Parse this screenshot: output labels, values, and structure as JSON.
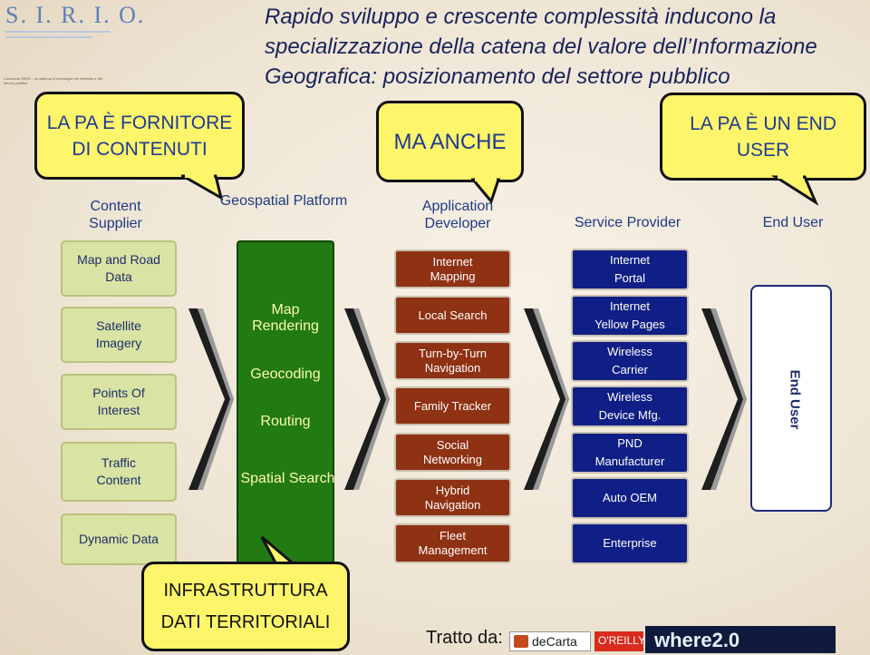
{
  "logo": {
    "name": "S. I. R. I. O.",
    "tagline": "Consorzio SIRIO - un sistema di tecnologie per territorio e dei servizi pubblici"
  },
  "title": {
    "line1": "Rapido sviluppo e crescente complessità inducono la",
    "line2": "specializzazione della catena del valore dell’Informazione",
    "line3": "Geografica: posizionamento del settore pubblico"
  },
  "callouts": {
    "fornitore_line1": "LA PA È FORNITORE",
    "fornitore_line2": "DI CONTENUTI",
    "anche": "MA ANCHE",
    "enduser_line1": "LA PA È UN END",
    "enduser_line2": "USER",
    "infra_line1": "INFRASTRUTTURA",
    "infra_line2": "DATI TERRITORIALI"
  },
  "columns": {
    "content_supplier": {
      "line1": "Content",
      "line2": "Supplier"
    },
    "geospatial": "Geospatial Platform",
    "app_dev": {
      "line1": "Application",
      "line2": "Developer"
    },
    "service_provider": "Service Provider",
    "end_user": "End User"
  },
  "content_boxes": [
    {
      "line1": "Map and Road",
      "line2": "Data"
    },
    {
      "line1": "Satellite",
      "line2": "Imagery"
    },
    {
      "line1": "Points Of",
      "line2": "Interest"
    },
    {
      "line1": "Traffic",
      "line2": "Content"
    },
    {
      "line1": "Dynamic Data",
      "line2": ""
    }
  ],
  "platform_items": [
    {
      "line1": "Map",
      "line2": "Rendering"
    },
    {
      "line1": "Geocoding",
      "line2": ""
    },
    {
      "line1": "Routing",
      "line2": ""
    },
    {
      "line1": "Spatial Search",
      "line2": ""
    }
  ],
  "app_boxes": [
    {
      "line1": "Internet",
      "line2": "Mapping"
    },
    {
      "line1": "Local Search",
      "line2": ""
    },
    {
      "line1": "Turn-by-Turn",
      "line2": "Navigation"
    },
    {
      "line1": "Family Tracker",
      "line2": ""
    },
    {
      "line1": "Social",
      "line2": "Networking"
    },
    {
      "line1": "Hybrid",
      "line2": "Navigation"
    },
    {
      "line1": "Fleet",
      "line2": "Management"
    }
  ],
  "service_boxes": [
    {
      "line1": "Internet",
      "line2": "Portal"
    },
    {
      "line1": "Internet",
      "line2": "Yellow Pages"
    },
    {
      "line1": "Wireless",
      "line2": "Carrier"
    },
    {
      "line1": "Wireless",
      "line2": "Device Mfg."
    },
    {
      "line1": "PND",
      "line2": "Manufacturer"
    },
    {
      "line1": "Auto OEM",
      "line2": ""
    },
    {
      "line1": "Enterprise",
      "line2": ""
    }
  ],
  "end_user_box": "End User",
  "footer": {
    "tratto": "Tratto da:",
    "brand_decarta": "deCarta",
    "brand_oreilly": "O'REILLY",
    "brand_where": "where2.0"
  },
  "colors": {
    "callout_fill": "#fff56a",
    "content_box": "#d9e3a3",
    "platform_green": "#217a12",
    "app_red": "#8f3113",
    "service_blue": "#0f1f86",
    "arrow_dark": "#1e1e1e"
  }
}
